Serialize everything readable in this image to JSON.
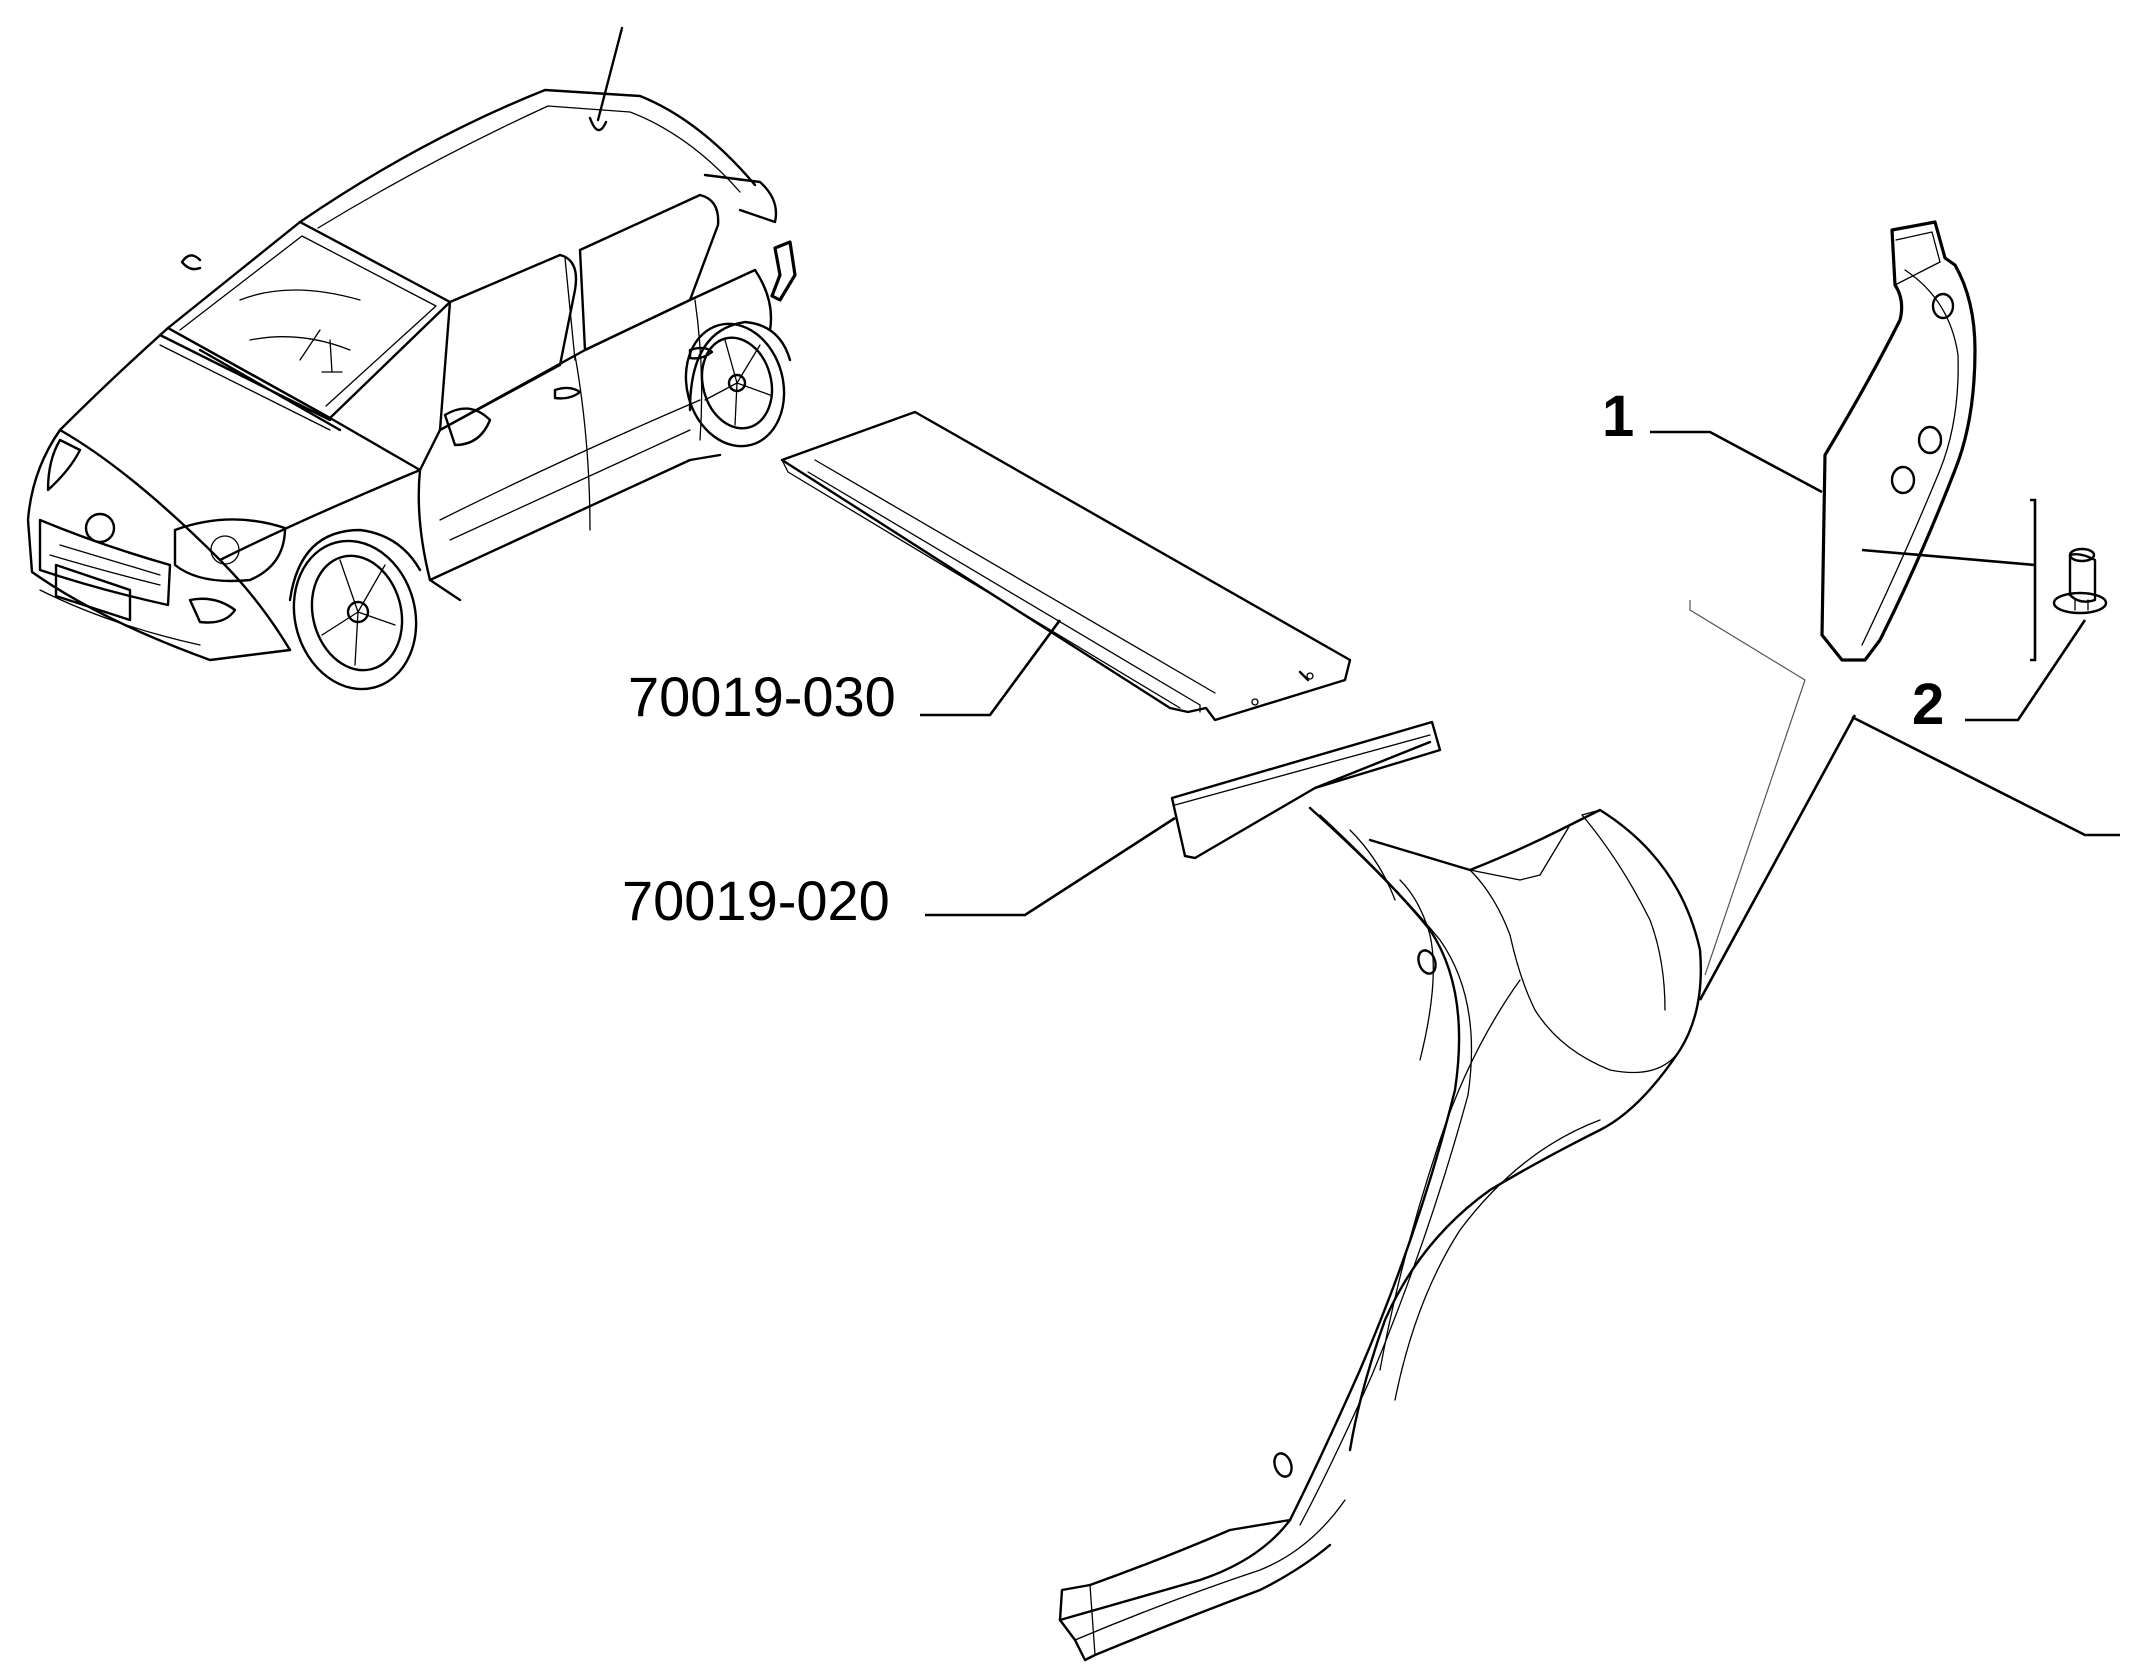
{
  "callouts": {
    "part_1": "1",
    "part_2": "2",
    "ref_030": "70019-030",
    "ref_020": "70019-020"
  },
  "colors": {
    "line": "#000000",
    "background": "#ffffff"
  }
}
